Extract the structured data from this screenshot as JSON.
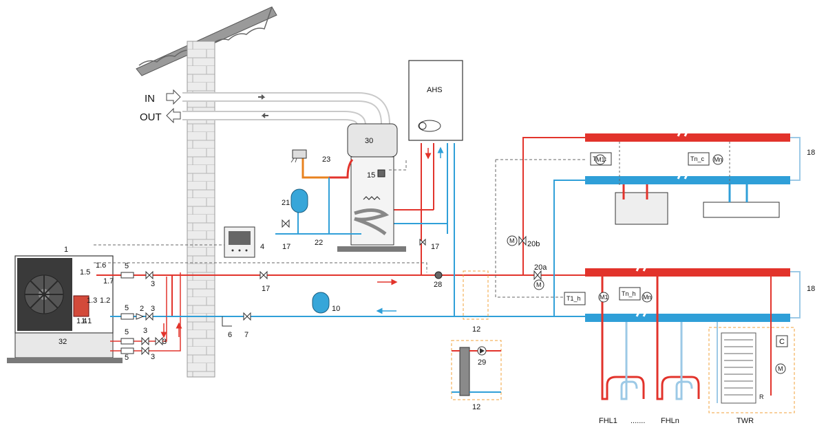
{
  "colors": {
    "flow": "#e2332b",
    "return": "#2f9fd8",
    "dhw_feed": "#e8821e",
    "dashed_box": "#f0a23a",
    "wall": "#dcdcdc",
    "roof": "#888888",
    "ground": "#7a7a7a"
  },
  "labels": {
    "in": "IN",
    "out": "OUT",
    "ahs": "AHS",
    "n1": "1",
    "n1_1": "1.1",
    "n1_2": "1.2",
    "n1_3": "1.3",
    "n1_4": "1.4",
    "n1_5": "1.5",
    "n1_6": "1.6",
    "n1_7": "1.7",
    "n2": "2",
    "n3a": "3",
    "n3b": "3",
    "n3c": "3",
    "n3d": "3",
    "n3e": "3",
    "n4": "4",
    "n5a": "5",
    "n5b": "5",
    "n5c": "5",
    "n5d": "5",
    "n6": "6",
    "n7": "7",
    "n10": "10",
    "n12a": "12",
    "n12b": "12",
    "n15": "15",
    "n17a": "17",
    "n17b": "17",
    "n17c": "17",
    "n18a": "18",
    "n18b": "18",
    "n20a": "20a",
    "n20b": "20b",
    "n21": "21",
    "n22": "22",
    "n23": "23",
    "n28": "28",
    "n29": "29",
    "n30": "30",
    "n32": "32",
    "t1c": "T1_c",
    "tnc": "Tn_c",
    "t1h": "T1_h",
    "tnh": "Tn_h",
    "m1a": "M1",
    "mna": "Mn",
    "m1b": "M1",
    "mnb": "Mn",
    "m_letter": "M",
    "c_letter": "C",
    "r_letter": "R",
    "fhl1": "FHL1",
    "dots": ".......",
    "fhln": "FHLn",
    "twr": "TWR"
  }
}
